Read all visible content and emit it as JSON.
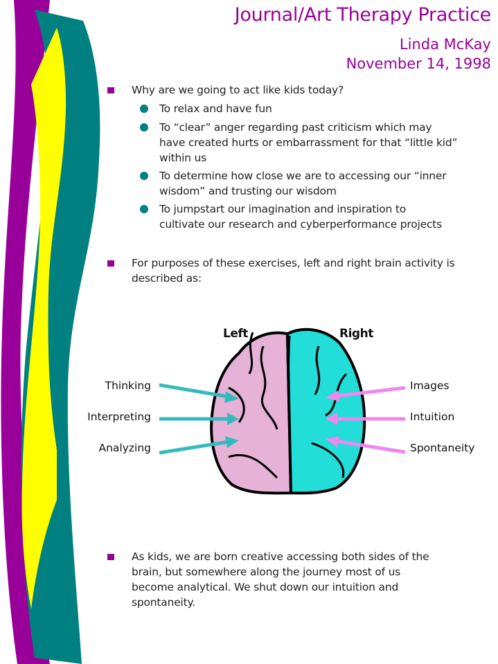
{
  "header": {
    "title": "Journal/Art Therapy Practice",
    "author": "Linda McKay",
    "date": "November 14, 1998"
  },
  "bullets": [
    {
      "lines": [
        "Why are we going to act like kids today?"
      ],
      "subs": [
        {
          "lines": [
            "To relax and have fun"
          ]
        },
        {
          "lines": [
            "To “clear” anger regarding past criticism which may",
            "have created hurts or embarrassment for that “little kid”",
            "within us"
          ]
        },
        {
          "lines": [
            "To determine how close we are to accessing our “inner",
            "wisdom” and trusting our wisdom"
          ]
        },
        {
          "lines": [
            "To jumpstart our imagination and inspiration to",
            "cultivate our research and cyberperformance projects"
          ]
        }
      ]
    },
    {
      "lines": [
        "For purposes of these exercises, left and right brain activity is",
        "described as:"
      ]
    },
    {
      "lines": [
        "As kids, we are born creative accessing both sides of the",
        "brain, but somewhere along the journey most of us",
        "become analytical. We shut down our intuition and",
        "spontaneity."
      ]
    }
  ],
  "brain": {
    "left_label": "Left",
    "right_label": "Right",
    "left_items": [
      "Thinking",
      "Interpreting",
      "Analyzing"
    ],
    "right_items": [
      "Images",
      "Intuition",
      "Spontaneity"
    ],
    "colors": {
      "left": "#e6b2d8",
      "right": "#22ddd8",
      "left_arrow": "#33bbbb",
      "right_arrow": "#ee88ee"
    }
  },
  "colors": {
    "purple": "#990099",
    "teal": "#008080",
    "yellow": "#ffff00"
  }
}
